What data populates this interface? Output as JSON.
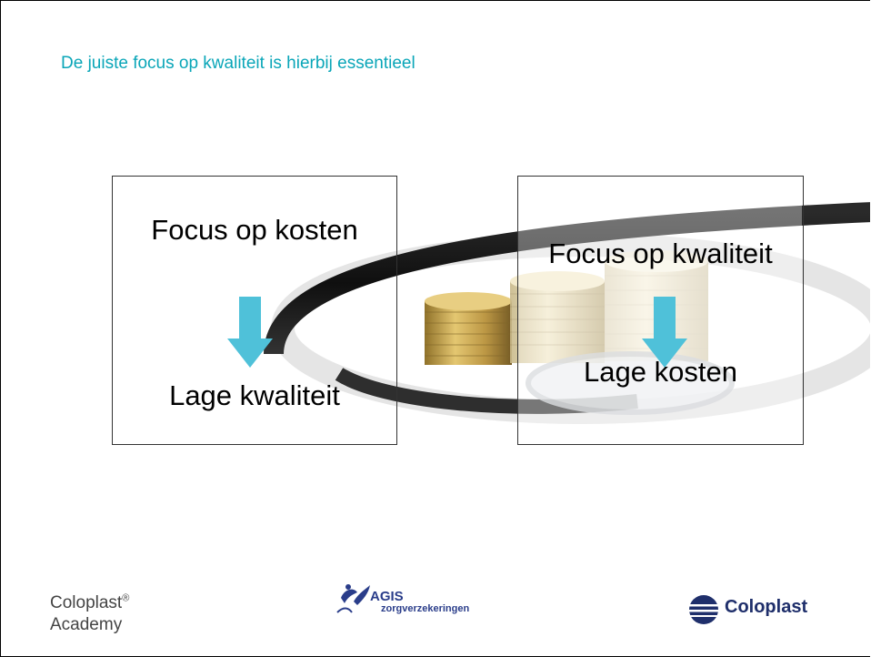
{
  "slide": {
    "title": "De juiste focus op kwaliteit is hierbij essentieel"
  },
  "left_box": {
    "top_text": "Focus op kosten",
    "bottom_text": "Lage kwaliteit"
  },
  "right_box": {
    "top_text": "Focus op kwaliteit",
    "bottom_text": "Lage kosten"
  },
  "footer": {
    "academy_line1": "Coloplast",
    "academy_reg": "®",
    "academy_line2": "Academy",
    "agis_name": "AGIS",
    "agis_sub": "zorgverzekeringen",
    "coloplast_name": "Coloplast"
  },
  "colors": {
    "title": "#0aa6b8",
    "arrow": "#4fc1d9",
    "coloplast_brand": "#1f2f6b"
  }
}
